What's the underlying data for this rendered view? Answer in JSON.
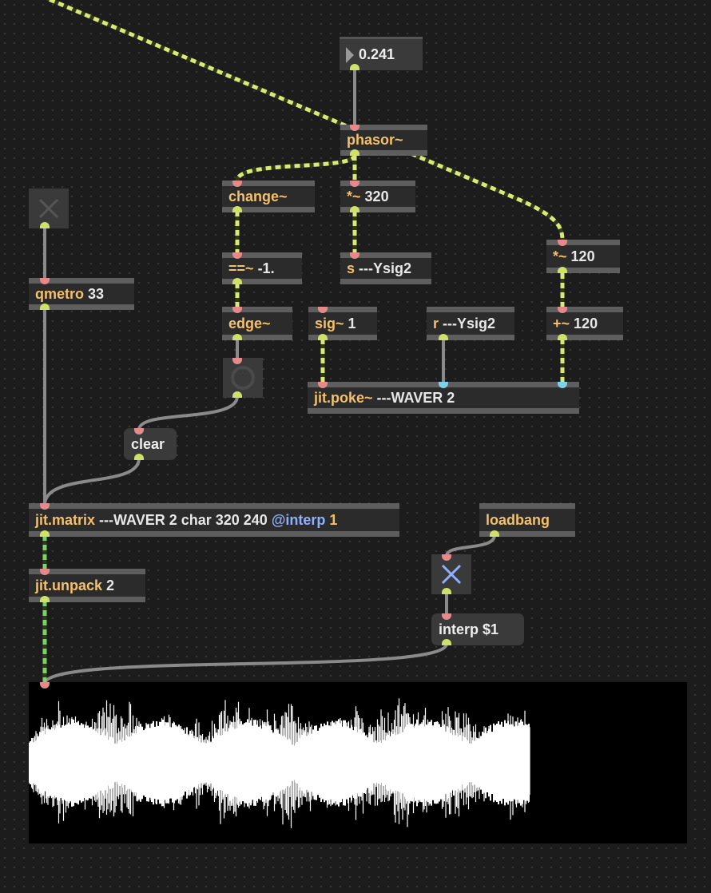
{
  "objects": {
    "number_box": {
      "value": "0.241"
    },
    "phasor": {
      "class": "phasor~"
    },
    "change": {
      "class": "change~"
    },
    "mult320": {
      "class": "*~",
      "arg": "320"
    },
    "mult120": {
      "class": "*~",
      "arg": "120"
    },
    "eq": {
      "class": "==~",
      "arg": "-1."
    },
    "send": {
      "class": "s",
      "arg": "---Ysig2"
    },
    "qmetro": {
      "class": "qmetro",
      "arg": "33"
    },
    "edge": {
      "class": "edge~"
    },
    "sig": {
      "class": "sig~",
      "arg": "1"
    },
    "receive": {
      "class": "r",
      "arg": "---Ysig2"
    },
    "add120": {
      "class": "+~",
      "arg": "120"
    },
    "poke": {
      "class": "jit.poke~",
      "arg": "---WAVER 2"
    },
    "clear_msg": {
      "label": "clear"
    },
    "matrix": {
      "class": "jit.matrix",
      "arg": "---WAVER 2 char 320 240",
      "attr": "@interp",
      "attr_value": "1"
    },
    "loadbang": {
      "class": "loadbang"
    },
    "unpack": {
      "class": "jit.unpack",
      "arg": "2"
    },
    "interp_msg": {
      "label": "interp $1"
    }
  },
  "colors": {
    "background": "#1c1c1c",
    "object_text": "#f4c06a",
    "attribute_text": "#8fb0ff",
    "signal_cord": "#d8e87a",
    "control_cord": "#8a8a8a",
    "toggle_on": "#8fb0ff"
  },
  "icons": {
    "toggle_off": "x-icon",
    "toggle_on": "x-icon",
    "bang": "circle-icon"
  },
  "display": {
    "content": "waveform"
  }
}
